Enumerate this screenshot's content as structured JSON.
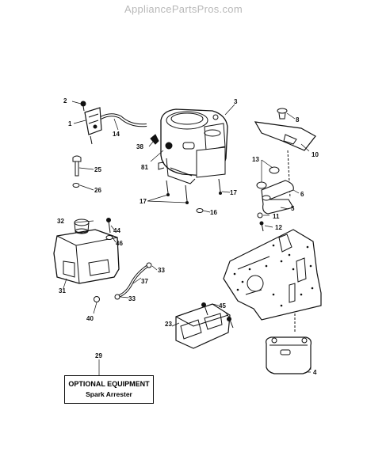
{
  "watermark": "AppliancePartsPros.com",
  "callouts": {
    "c1": "1",
    "c2": "2",
    "c3": "3",
    "c4": "4",
    "c5": "5",
    "c6": "6",
    "c8": "8",
    "c10": "10",
    "c11": "11",
    "c12": "12",
    "c13": "13",
    "c14": "14",
    "c16": "16",
    "c17a": "17",
    "c17b": "17",
    "c23": "23",
    "c25": "25",
    "c26": "26",
    "c29": "29",
    "c31": "31",
    "c32": "32",
    "c33a": "33",
    "c33b": "33",
    "c37": "37",
    "c38": "38",
    "c40": "40",
    "c44": "44",
    "c45": "45",
    "c46": "46",
    "c81": "81"
  },
  "optional_box": {
    "title": "OPTIONAL EQUIPMENT",
    "subtitle": "Spark Arrester"
  }
}
